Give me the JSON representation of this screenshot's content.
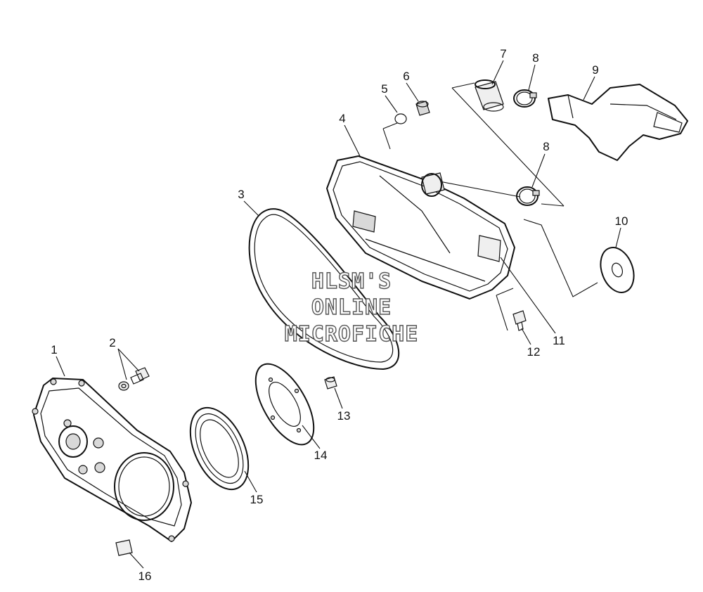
{
  "watermark": {
    "lines": [
      "HLSM'S",
      "ONLINE",
      "MICROFICHE"
    ]
  },
  "callouts": [
    "1",
    "2",
    "3",
    "4",
    "5",
    "6",
    "7",
    "8",
    "8",
    "9",
    "10",
    "11",
    "12",
    "13",
    "14",
    "15",
    "16"
  ]
}
